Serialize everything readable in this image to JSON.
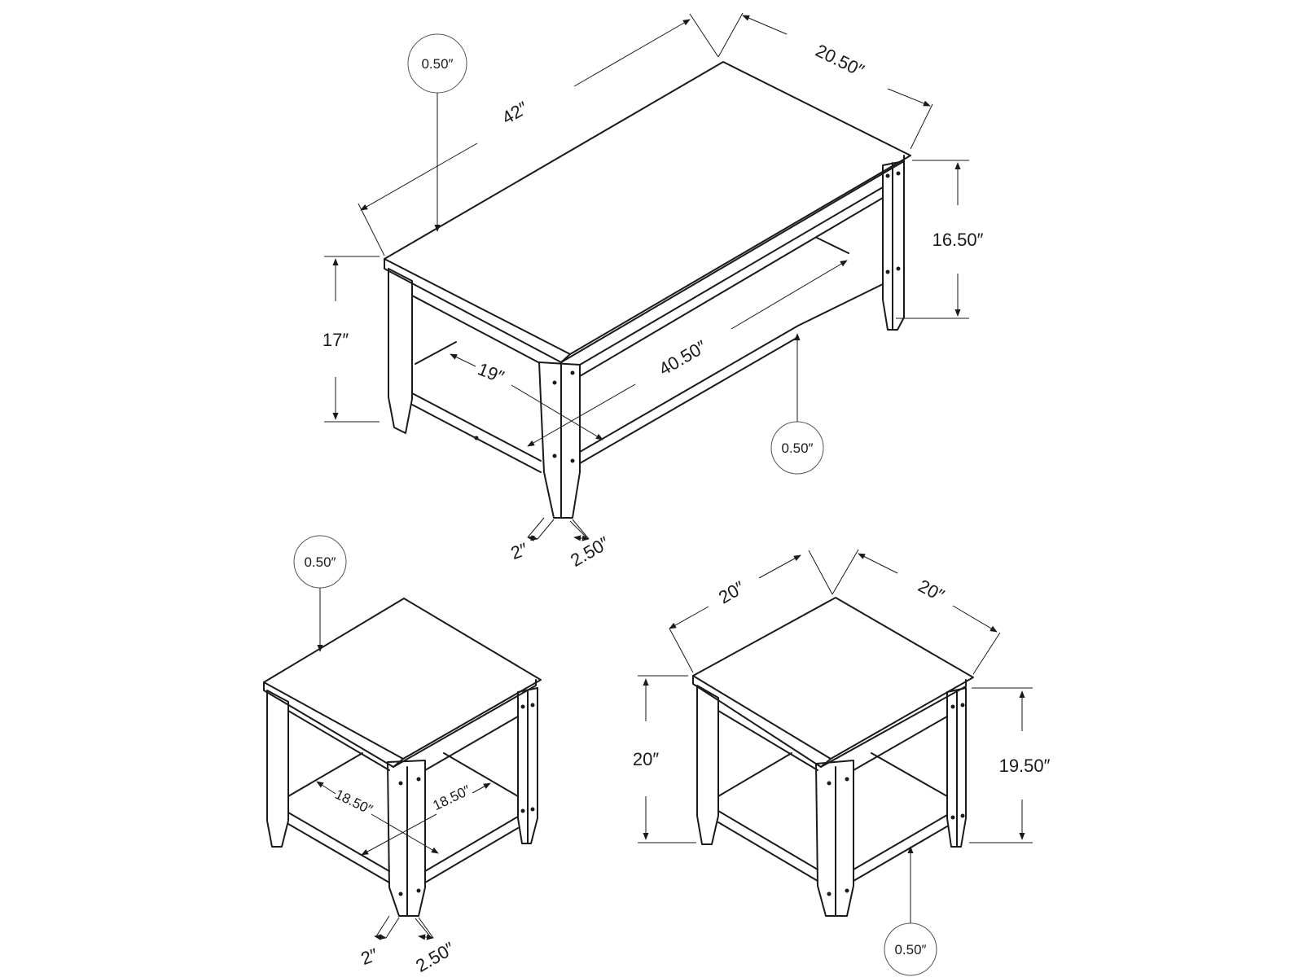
{
  "coffee_table": {
    "top_thickness": "0.50″",
    "length": "42″",
    "width": "20.50″",
    "height": "17″",
    "inner_height": "16.50″",
    "shelf_length": "40.50″",
    "shelf_depth": "19″",
    "shelf_thickness": "0.50″",
    "leg_foot": "2″",
    "leg_top": "2.50″"
  },
  "end_table_left": {
    "top_thickness": "0.50″",
    "shelf_depth_a": "18.50″",
    "shelf_depth_b": "18.50″",
    "leg_foot": "2″",
    "leg_top": "2.50″"
  },
  "end_table_right": {
    "depth": "20″",
    "width": "20″",
    "height": "20″",
    "inner_height": "19.50″",
    "shelf_thickness": "0.50″"
  }
}
